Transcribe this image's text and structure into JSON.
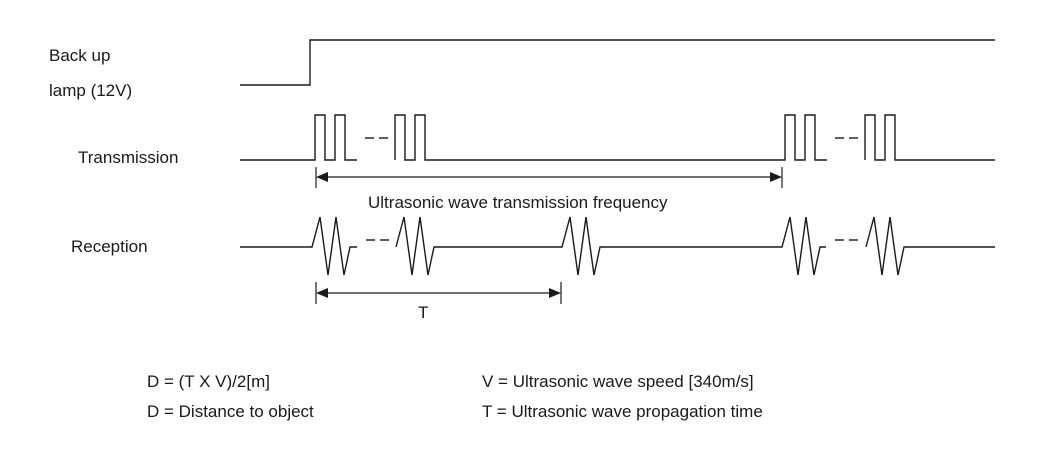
{
  "signals": {
    "backup_lamp_line1": "Back up",
    "backup_lamp_line2": "lamp (12V)",
    "transmission": "Transmission",
    "reception": "Reception"
  },
  "annotations": {
    "frequency": "Ultrasonic wave transmission frequency",
    "time": "T"
  },
  "legend": {
    "formula": "D = (T X V)/2[m]",
    "distance": "D = Distance to object",
    "speed": "V = Ultrasonic wave speed [340m/s]",
    "propagation": "T = Ultrasonic wave propagation time"
  }
}
